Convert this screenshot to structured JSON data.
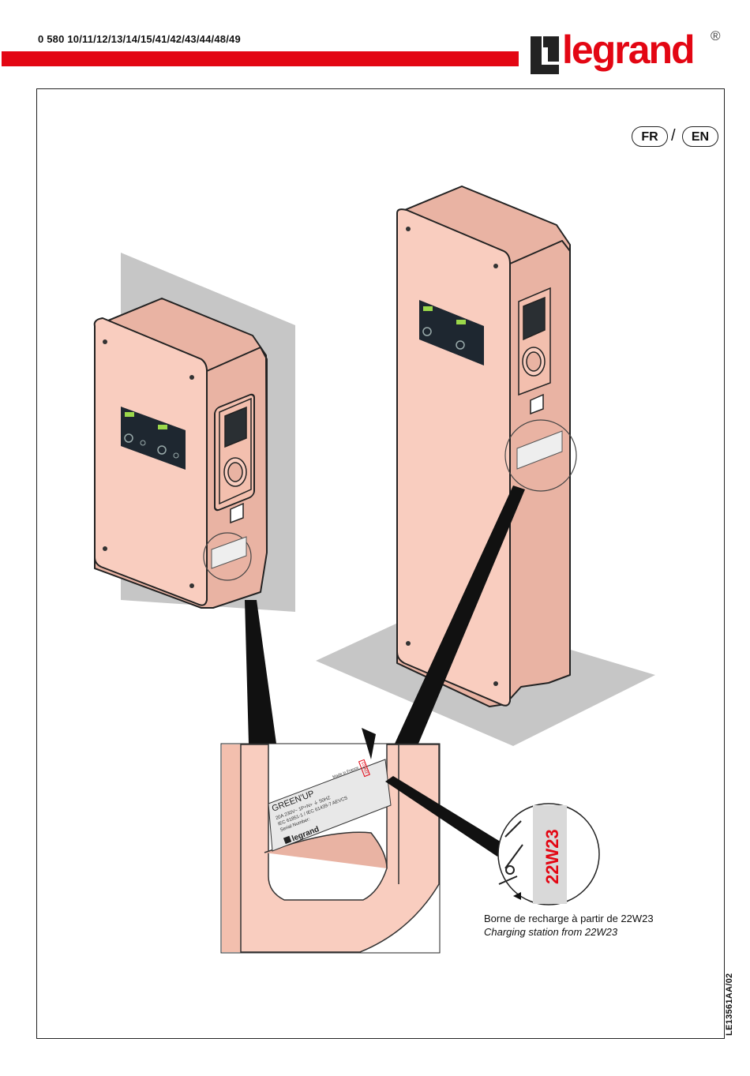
{
  "header": {
    "reference": "0 580 10/11/12/13/14/15/41/42/43/44/48/49",
    "brand": "legrand",
    "brand_mark": "®"
  },
  "languages": [
    "FR",
    "EN"
  ],
  "language_separator": "/",
  "label": {
    "product": "GREEN'UP",
    "rating": "20A 230V~ 1P+N+ ⏚ 50HZ",
    "standards": "IEC 61851-1 / IEC 61439-7 AEVCS",
    "serial": "Serial Number:",
    "origin": "Made in France",
    "brand": "legrand",
    "batch": "22W23"
  },
  "zoom_label": "22W23",
  "caption": {
    "fr": "Borne de recharge à partir de 22W23",
    "en": "Charging station from 22W23"
  },
  "document_code": "LE13561AA/02",
  "colors": {
    "accent": "#e30613",
    "device_fill": "#f9cdbf",
    "device_shade": "#e9b3a3",
    "wall": "#c8c8c8"
  }
}
